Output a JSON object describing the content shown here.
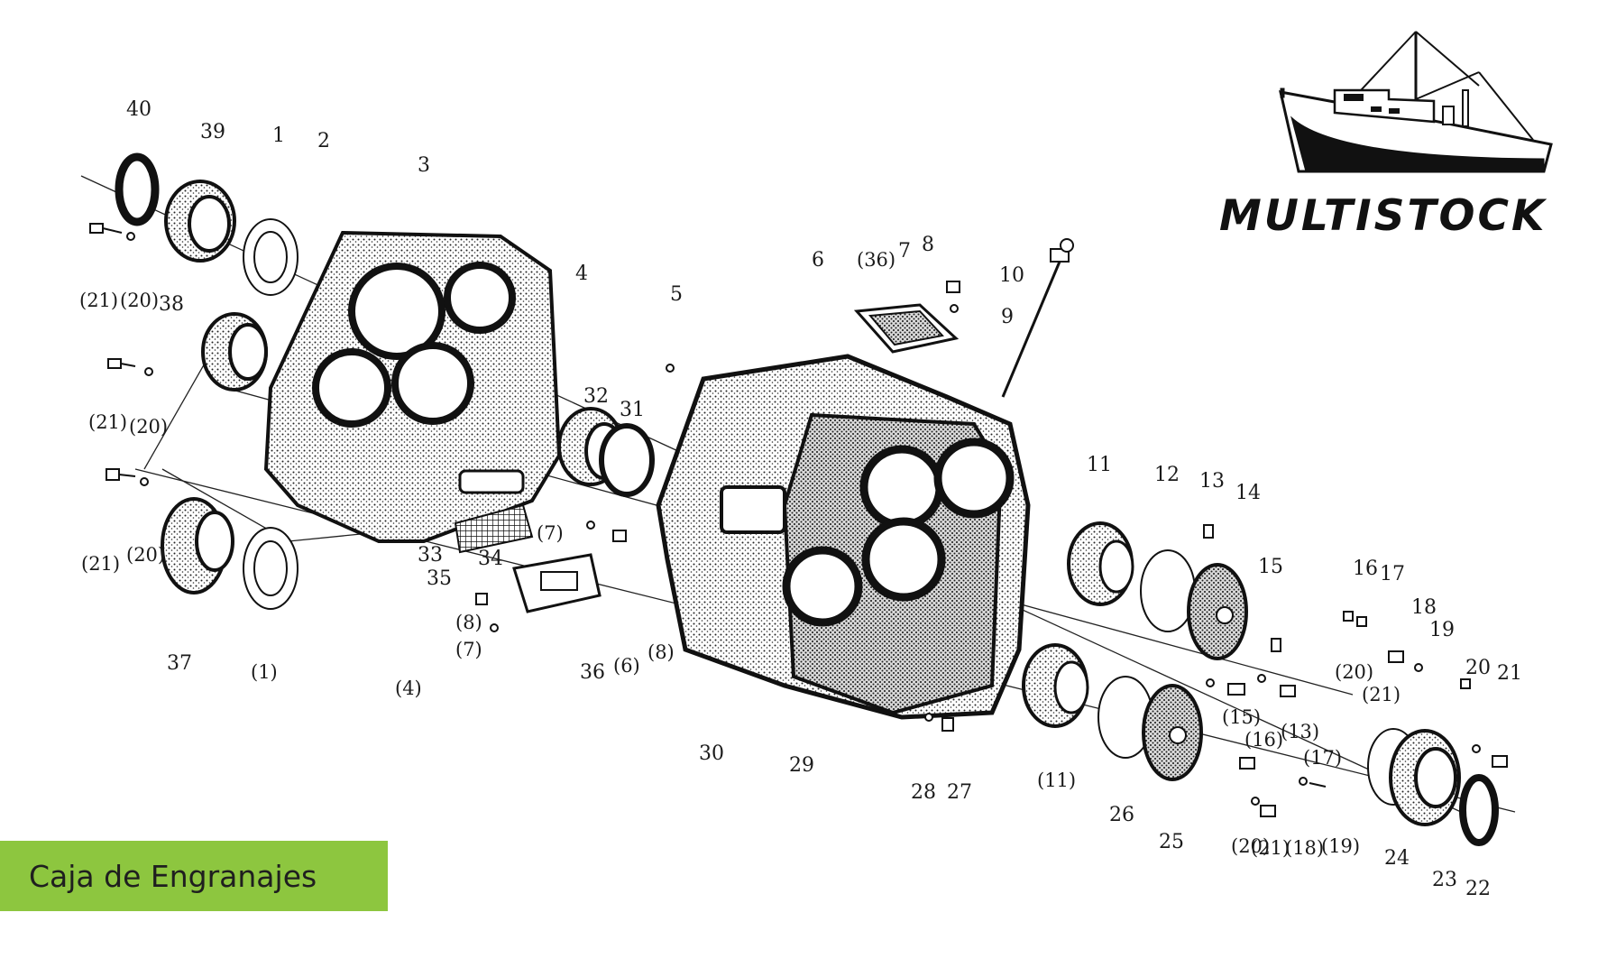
{
  "logo": {
    "brand": "MULTISTOCK",
    "icon": "fishing-boat-icon"
  },
  "caption": {
    "text": "Caja de Engranajes",
    "color": "#8dc63f"
  },
  "callouts": [
    "40",
    "39",
    "1",
    "2",
    "3",
    "4",
    "(21)",
    "(20)",
    "38",
    "(21)",
    "(20)",
    "(21)",
    "(20)",
    "37",
    "(1)",
    "33",
    "35",
    "34",
    "(4)",
    "(8)",
    "(7)",
    "(7)",
    "36",
    "(6)",
    "(8)",
    "5",
    "32",
    "31",
    "6",
    "(36)",
    "7",
    "8",
    "10",
    "9",
    "30",
    "29",
    "28",
    "27",
    "11",
    "12",
    "13",
    "14",
    "15",
    "16",
    "17",
    "18",
    "19",
    "(20)",
    "(21)",
    "(11)",
    "26",
    "25",
    "(15)",
    "(16)",
    "(13)",
    "(17)",
    "(20)",
    "(21)",
    "(18)",
    "(19)",
    "24",
    "23",
    "22",
    "20",
    "21"
  ]
}
